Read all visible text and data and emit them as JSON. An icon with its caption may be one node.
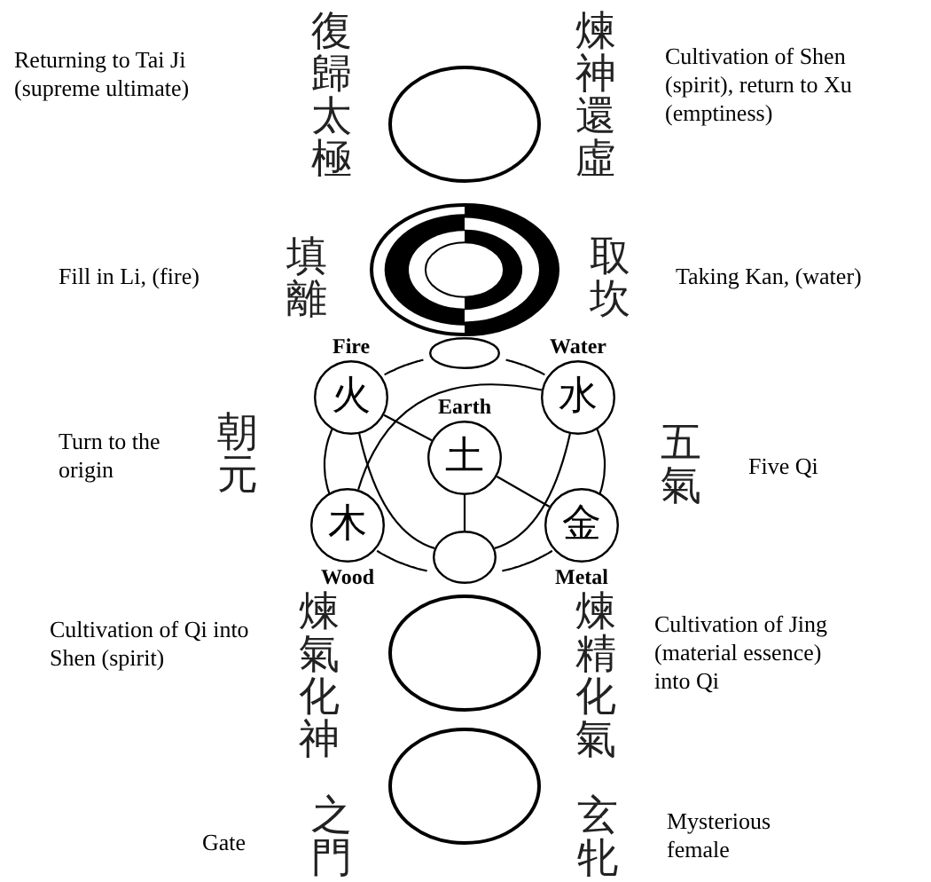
{
  "diagram": {
    "nodes": [
      {
        "text": [],
        "shape": "circle"
      },
      {
        "text": [],
        "shape": "picture"
      },
      {
        "text": [],
        "shape": "circle"
      },
      {
        "text": [
          "火"
        ],
        "beside": [
          "Fire"
        ]
      },
      {
        "text": [
          "水"
        ],
        "beside": [
          "Water"
        ]
      },
      {
        "text": [
          "土"
        ],
        "beside": [
          "Earth"
        ]
      },
      {
        "text": [
          "木"
        ],
        "beside": [
          "Wood"
        ]
      },
      {
        "text": [],
        "shape": "circle"
      },
      {
        "text": [
          "金"
        ],
        "beside": [
          "Metal"
        ]
      },
      {
        "text": [],
        "shape": "circle"
      },
      {
        "text": [],
        "shape": "circle"
      }
    ],
    "edges": [
      {
        "from": 2,
        "to": 3,
        "arrow": "none"
      },
      {
        "from": 3,
        "to": 6,
        "arrow": "none"
      },
      {
        "from": 6,
        "to": 7,
        "arrow": "none"
      },
      {
        "from": 7,
        "to": 8,
        "arrow": "none"
      },
      {
        "from": 8,
        "to": 4,
        "arrow": "none"
      },
      {
        "from": 4,
        "to": 2,
        "arrow": "none"
      },
      {
        "from": 3,
        "to": 5,
        "arrow": "none"
      },
      {
        "from": 4,
        "to": 6,
        "arrow": "none"
      },
      {
        "from": 3,
        "to": 7,
        "arrow": "none"
      },
      {
        "from": 4,
        "to": 7,
        "arrow": "none"
      },
      {
        "from": 5,
        "to": 8,
        "arrow": "none"
      },
      {
        "from": 5,
        "to": 7,
        "arrow": "none"
      }
    ],
    "labels": [
      "Returning to Tai Ji (supreme ultimate)",
      "復歸太極",
      "煉神還虛",
      "Cultivation of Shen (spirit), return to Xu (emptiness)",
      "Fill in Li, (fire)",
      "填離",
      "取坎",
      "Taking Kan, (water)",
      "Turn to the origin",
      "朝元",
      "五氣",
      "Five Qi",
      "Cultivation of Qi into Shen (spirit)",
      "煉氣化神",
      "煉精化氣",
      "Cultivation of Jing (material essence) into Qi",
      "Gate",
      "之門",
      "玄牝",
      "Mysterious female"
    ]
  }
}
